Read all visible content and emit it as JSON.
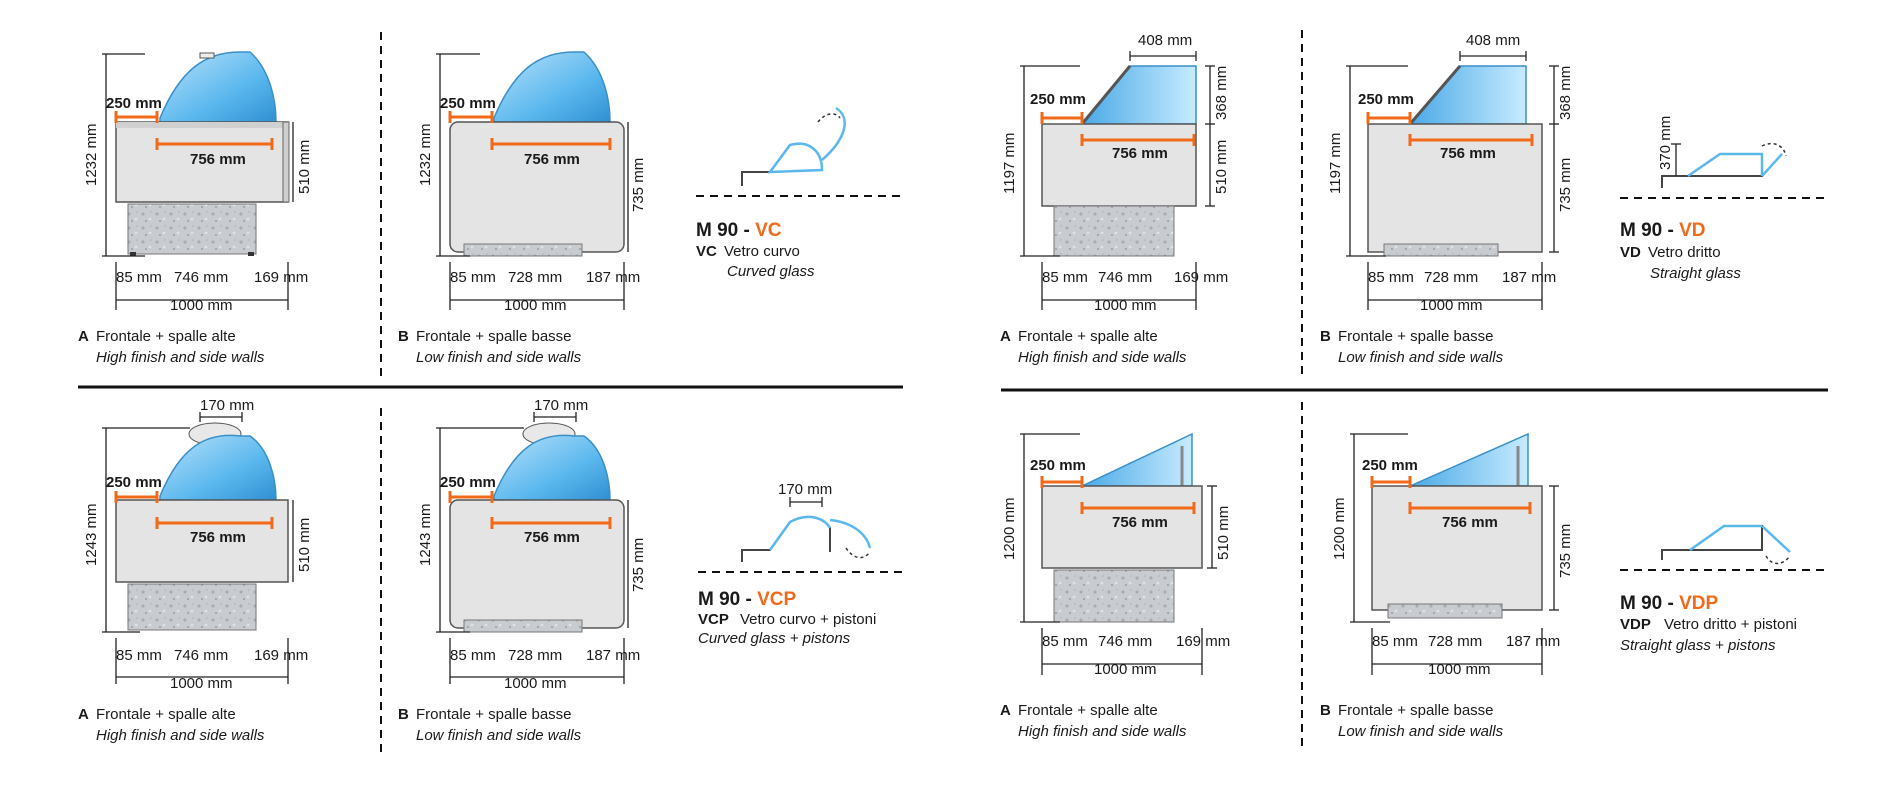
{
  "colors": {
    "accent_orange": "#f06a1a",
    "glass_blue": "#5bb8ee",
    "cabinet_gray": "#e4e4e4"
  },
  "dims": {
    "w250": "250 mm",
    "w756": "756 mm",
    "w1000": "1000 mm",
    "w85": "85 mm",
    "w746": "746 mm",
    "w728": "728 mm",
    "w169": "169",
    "w187": "187",
    "mm": "mm",
    "w169mm": "169 mm",
    "w187mm": "187 mm",
    "h1232": "1232 mm",
    "h1243": "1243 mm",
    "h1197": "1197 mm",
    "h1200": "1200 mm",
    "h510": "510 mm",
    "h735": "735 mm",
    "h368": "368 mm",
    "h370": "370 mm",
    "w408": "408 mm",
    "w170": "170 mm"
  },
  "captions": {
    "a_letter": "A",
    "a_text": "Frontale + spalle alte",
    "a_en": "High finish and side walls",
    "b_letter": "B",
    "b_text": "Frontale + spalle basse",
    "b_en": "Low finish and side walls"
  },
  "models": {
    "vc": {
      "prefix": "M 90 - ",
      "code": "VC",
      "abbr": "VC",
      "it": "Vetro curvo",
      "en": "Curved glass"
    },
    "vcp": {
      "prefix": "M 90 - ",
      "code": "VCP",
      "abbr": "VCP",
      "it": "Vetro curvo + pistoni",
      "en": "Curved glass + pistons"
    },
    "vd": {
      "prefix": "M 90 - ",
      "code": "VD",
      "abbr": "VD",
      "it": "Vetro dritto",
      "en": "Straight glass"
    },
    "vdp": {
      "prefix": "M 90 - ",
      "code": "VDP",
      "abbr": "VDP",
      "it": "Vetro dritto + pistoni",
      "en": "Straight glass + pistons"
    }
  }
}
